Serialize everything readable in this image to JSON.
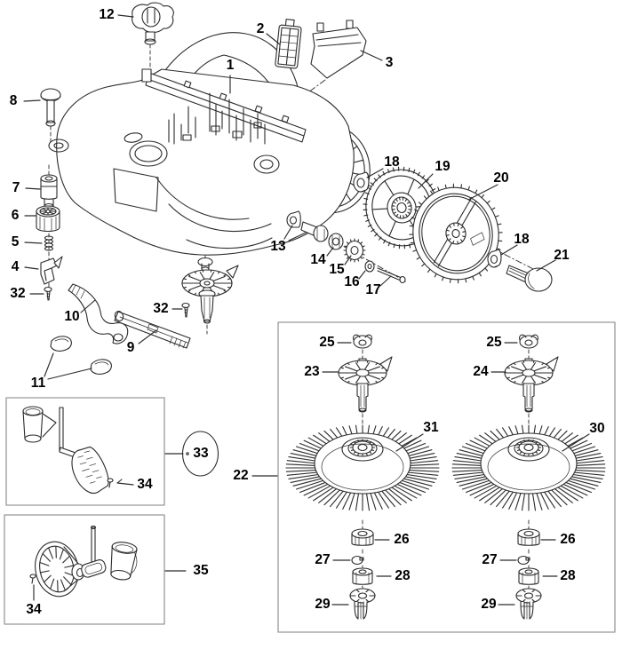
{
  "figure": {
    "kind": "exploded-parts-diagram",
    "description_visible_text_only": true
  },
  "colors": {
    "line": "#2b2b2b",
    "box_border": "#999999",
    "highlight_ring": "#E8701B",
    "label_text": "#000000"
  },
  "labels": {
    "n1": "1",
    "n2": "2",
    "n3": "3",
    "n4": "4",
    "n5": "5",
    "n6": "6",
    "n7": "7",
    "n8": "8",
    "n9": "9",
    "n10": "10",
    "n11": "11",
    "n12": "12",
    "n13": "13",
    "n14": "14",
    "n15": "15",
    "n16": "16",
    "n17": "17",
    "n18a": "18",
    "n18b": "18",
    "n19": "19",
    "n20": "20",
    "n21": "21",
    "n22": "22",
    "n23": "23",
    "n24": "24",
    "n25L": "25",
    "n25R": "25",
    "n26L": "26",
    "n26R": "26",
    "n27L": "27",
    "n27R": "27",
    "n28L": "28",
    "n28R": "28",
    "n29L": "29",
    "n29R": "29",
    "n30": "30",
    "n31": "31",
    "n32a": "32",
    "n32b": "32",
    "n33": "33",
    "n34a": "34",
    "n34b": "34",
    "n35": "35"
  }
}
